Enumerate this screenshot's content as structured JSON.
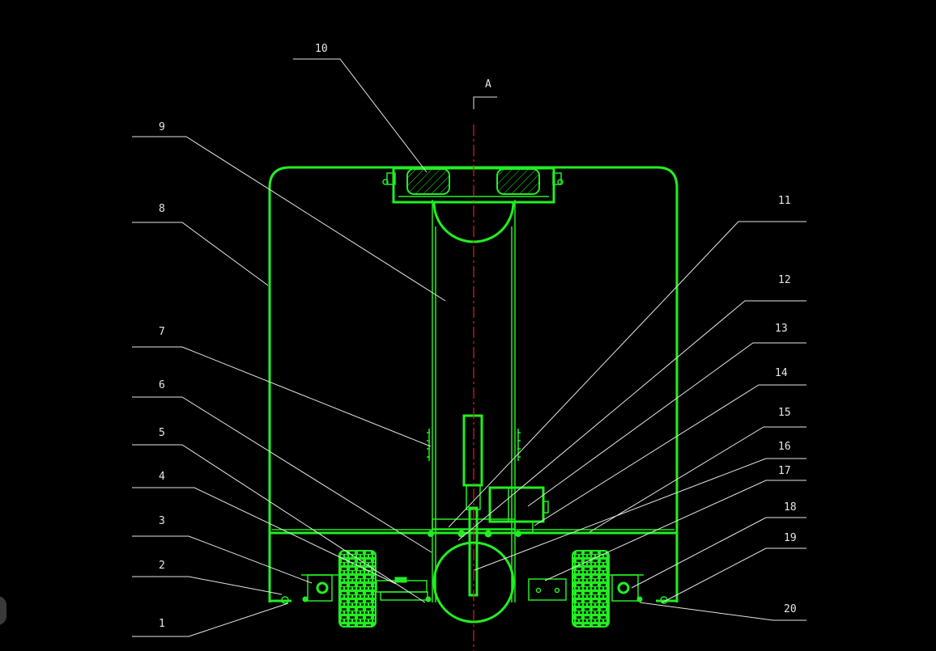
{
  "drawing": {
    "section_label": "A",
    "callouts": [
      "1",
      "2",
      "3",
      "4",
      "5",
      "6",
      "7",
      "8",
      "9",
      "10",
      "11",
      "12",
      "13",
      "14",
      "15",
      "16",
      "17",
      "18",
      "19",
      "20"
    ],
    "colors": {
      "outline": "#22ee22",
      "leader": "#e6e6e6",
      "centerline": "#e02020",
      "background": "#000000"
    }
  }
}
